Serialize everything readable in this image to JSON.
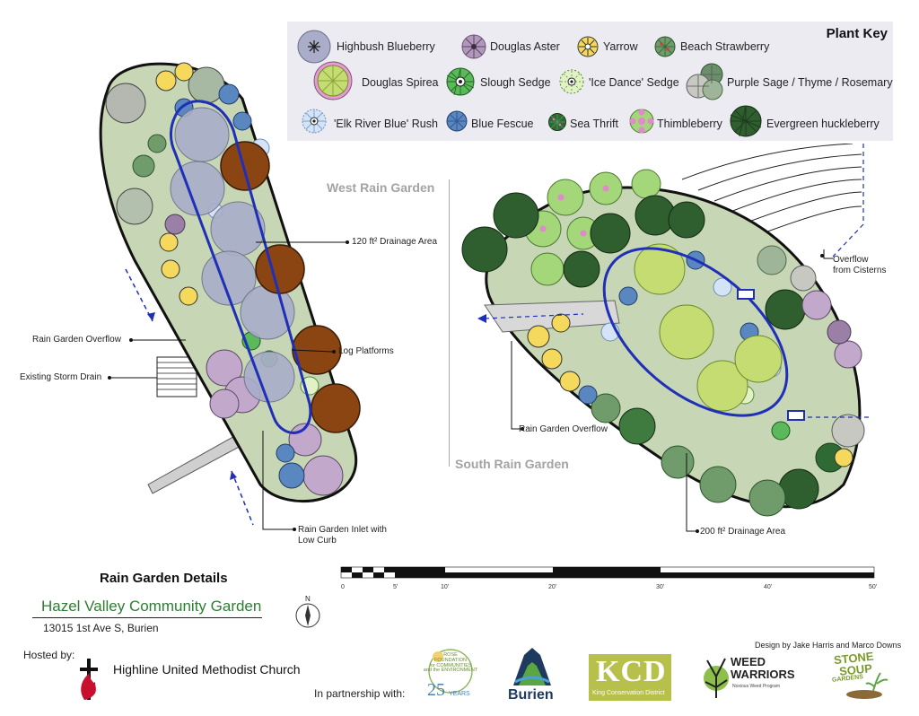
{
  "plant_key": {
    "title": "Plant Key",
    "items": [
      {
        "label": "Highbush Blueberry",
        "icon": "highbush-blueberry-icon",
        "color": "#a9adc9"
      },
      {
        "label": "Douglas Aster",
        "icon": "douglas-aster-icon",
        "color": "#9a7fa6"
      },
      {
        "label": "Yarrow",
        "icon": "yarrow-icon",
        "color": "#f1d153"
      },
      {
        "label": "Beach Strawberry",
        "icon": "beach-strawberry-icon",
        "color": "#6f9c6a"
      },
      {
        "label": "Douglas Spirea",
        "icon": "douglas-spirea-icon",
        "color": "#c5dc72"
      },
      {
        "label": "Slough Sedge",
        "icon": "slough-sedge-icon",
        "color": "#3f9a3f"
      },
      {
        "label": "'Ice Dance' Sedge",
        "icon": "ice-dance-sedge-icon",
        "color": "#cfeaa6"
      },
      {
        "label": "Purple Sage / Thyme / Rosemary",
        "icon": "herb-mix-icon",
        "color": "#b0b8a8"
      },
      {
        "label": "'Elk River Blue' Rush",
        "icon": "elk-river-rush-icon",
        "color": "#8fb5de"
      },
      {
        "label": "Blue Fescue",
        "icon": "blue-fescue-icon",
        "color": "#5a87c0"
      },
      {
        "label": "Sea Thrift",
        "icon": "sea-thrift-icon",
        "color": "#2f6a35"
      },
      {
        "label": "Thimbleberry",
        "icon": "thimbleberry-icon",
        "color": "#e18acb"
      },
      {
        "label": "Evergreen huckleberry",
        "icon": "evergreen-huckleberry-icon",
        "color": "#2f5e2f"
      }
    ]
  },
  "west_garden": {
    "title": "West Rain Garden",
    "callouts": {
      "drainage": "120 ft² Drainage Area",
      "log_platforms": "Log Platforms",
      "overflow": "Rain Garden Overflow",
      "storm_drain": "Existing Storm Drain",
      "inlet": "Rain Garden Inlet with\nLow Curb"
    }
  },
  "south_garden": {
    "title": "South Rain Garden",
    "callouts": {
      "overflow_cisterns": "Overflow\nfrom Cisterns",
      "overflow": "Rain Garden Overflow",
      "drainage": "200 ft² Drainage Area"
    }
  },
  "scale": {
    "ticks": [
      "0",
      "5'",
      "10'",
      "20'",
      "30'",
      "40'",
      "50'"
    ]
  },
  "north_label": "N",
  "details": {
    "title": "Rain Garden Details",
    "garden_name": "Hazel Valley Community Garden",
    "address": "13015 1st Ave S, Burien"
  },
  "hosted": {
    "label": "Hosted by:",
    "church": "Highline United Methodist Church"
  },
  "partnership": "In partnership with:",
  "design_credit": "Design by Jake Harris and Marco Downs",
  "logos": {
    "rose_foundation": [
      "ROSE",
      "FOUNDATION",
      "for COMMUNITIES",
      "and the ENVIRONMENT",
      "25",
      "YEARS"
    ],
    "burien": "Burien",
    "kcd": [
      "KCD",
      "King Conservation District"
    ],
    "weed_warriors": [
      "WEED",
      "WARRIORS",
      "Noxious Weed Program"
    ],
    "stone_soup": [
      "STONE",
      "SOUP",
      "GARDENS"
    ]
  },
  "colors": {
    "water_line": "#1f2fb8",
    "log": "#8b4513",
    "keybg": "#ecebf2",
    "garden_name": "#2e7d32"
  }
}
